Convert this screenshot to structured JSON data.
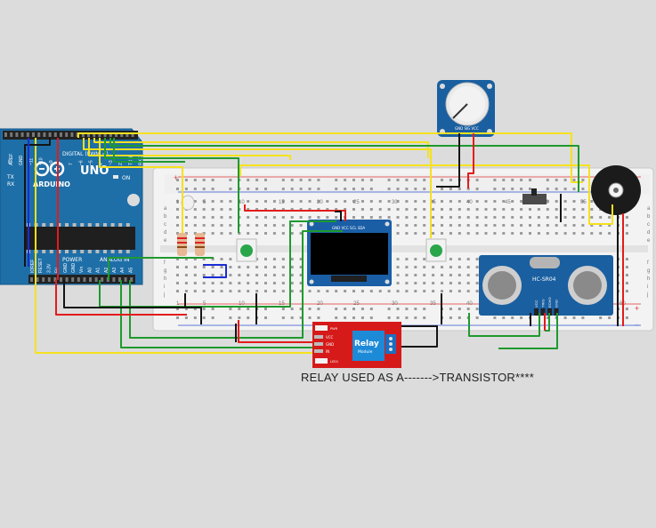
{
  "caption": "RELAY USED AS A------->TRANSISTOR****",
  "arduino": {
    "brand": "ARDUINO",
    "model": "UNO",
    "digital_label": "DIGITAL (PWM ~)",
    "power_label": "POWER",
    "analog_label": "ANALOG IN",
    "on_label": "ON",
    "tx_label": "TX",
    "rx_label": "RX",
    "aref_label": "AREF",
    "gnd_label": "GND",
    "l_label": "L",
    "top_pins": [
      "~11",
      "~10",
      "~9",
      "8",
      "7",
      "~6",
      "~5",
      "4",
      "~3",
      "2",
      "TX 1",
      "RX 0"
    ],
    "bottom_pins": [
      "IOREF",
      "RESET",
      "3.3V",
      "5V",
      "GND",
      "GND",
      "Vin",
      "A0",
      "A1",
      "A2",
      "A3",
      "A4",
      "A5"
    ]
  },
  "breadboard": {
    "column_numbers": [
      "1",
      "5",
      "10",
      "15",
      "20",
      "25",
      "30",
      "35",
      "40",
      "45",
      "50",
      "55",
      "60"
    ],
    "row_letters_top": [
      "a",
      "b",
      "c",
      "d",
      "e"
    ],
    "row_letters_bottom": [
      "f",
      "g",
      "h",
      "i",
      "j"
    ]
  },
  "potentiometer": {
    "pin_labels": [
      "GND",
      "SIG",
      "VCC"
    ]
  },
  "oled": {
    "pin_labels": "GND VCC SCL SDA"
  },
  "ultrasonic": {
    "model": "HC-SR04",
    "pin_labels": [
      "VCC",
      "TRIG",
      "ECHO",
      "GND"
    ]
  },
  "relay": {
    "title": "Relay",
    "subtitle": "Module",
    "pins": [
      "VCC",
      "GND",
      "IN"
    ],
    "led_labels": [
      "PWR",
      "LED1"
    ]
  },
  "colors": {
    "arduino": "#1e6fa8",
    "breadboard": "#f2f2f2",
    "wire_yellow": "#f5e11e",
    "wire_red": "#e31b1b",
    "wire_green": "#1e9a2e",
    "wire_black": "#141414",
    "wire_blue": "#1a2bd6",
    "relay": "#d61a1a",
    "relay_block": "#1d8ad8"
  }
}
